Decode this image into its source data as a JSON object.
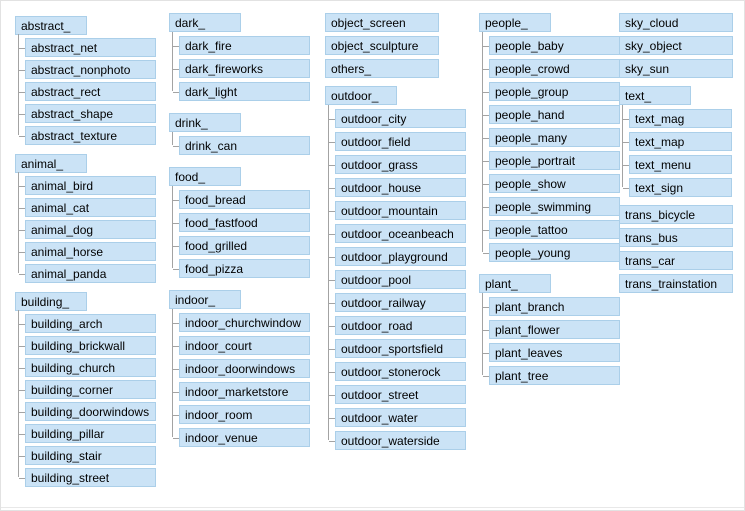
{
  "tree": {
    "columns": [
      {
        "groups": [
          {
            "label": "abstract_",
            "children": [
              "abstract_net",
              "abstract_nonphoto",
              "abstract_rect",
              "abstract_shape",
              "abstract_texture"
            ]
          },
          {
            "label": "animal_",
            "children": [
              "animal_bird",
              "animal_cat",
              "animal_dog",
              "animal_horse",
              "animal_panda"
            ]
          },
          {
            "label": "building_",
            "children": [
              "building_arch",
              "building_brickwall",
              "building_church",
              "building_corner",
              "building_doorwindows",
              "building_pillar",
              "building_stair",
              "building_street"
            ]
          }
        ]
      },
      {
        "groups": [
          {
            "label": "dark_",
            "children": [
              "dark_fire",
              "dark_fireworks",
              "dark_light"
            ]
          },
          {
            "label": "drink_",
            "children": [
              "drink_can"
            ]
          },
          {
            "label": "food_",
            "children": [
              "food_bread",
              "food_fastfood",
              "food_grilled",
              "food_pizza"
            ]
          },
          {
            "label": "indoor_",
            "children": [
              "indoor_churchwindow",
              "indoor_court",
              "indoor_doorwindows",
              "indoor_marketstore",
              "indoor_room",
              "indoor_venue"
            ]
          }
        ]
      },
      {
        "groups": [
          {
            "label": "object_screen",
            "children": []
          },
          {
            "label": "object_sculpture",
            "children": []
          },
          {
            "label": "others_",
            "children": []
          },
          {
            "label": "outdoor_",
            "children": [
              "outdoor_city",
              "outdoor_field",
              "outdoor_grass",
              "outdoor_house",
              "outdoor_mountain",
              "outdoor_oceanbeach",
              "outdoor_playground",
              "outdoor_pool",
              "outdoor_railway",
              "outdoor_road",
              "outdoor_sportsfield",
              "outdoor_stonerock",
              "outdoor_street",
              "outdoor_water",
              "outdoor_waterside"
            ]
          }
        ]
      },
      {
        "groups": [
          {
            "label": "people_",
            "children": [
              "people_baby",
              "people_crowd",
              "people_group",
              "people_hand",
              "people_many",
              "people_portrait",
              "people_show",
              "people_swimming",
              "people_tattoo",
              "people_young"
            ]
          },
          {
            "label": "plant_",
            "children": [
              "plant_branch",
              "plant_flower",
              "plant_leaves",
              "plant_tree"
            ]
          }
        ]
      },
      {
        "groups": [
          {
            "label": "sky_cloud",
            "children": []
          },
          {
            "label": "sky_object",
            "children": []
          },
          {
            "label": "sky_sun",
            "children": []
          },
          {
            "label": "text_",
            "children": [
              "text_mag",
              "text_map",
              "text_menu",
              "text_sign"
            ]
          },
          {
            "label": "trans_bicycle",
            "children": []
          },
          {
            "label": "trans_bus",
            "children": []
          },
          {
            "label": "trans_car",
            "children": []
          },
          {
            "label": "trans_trainstation",
            "children": []
          }
        ]
      }
    ]
  },
  "colors": {
    "box_fill": "#cbe3f6",
    "box_border": "#abcfe9",
    "connector": "#a3a3a3",
    "panel_border": "#e2e2e2"
  }
}
